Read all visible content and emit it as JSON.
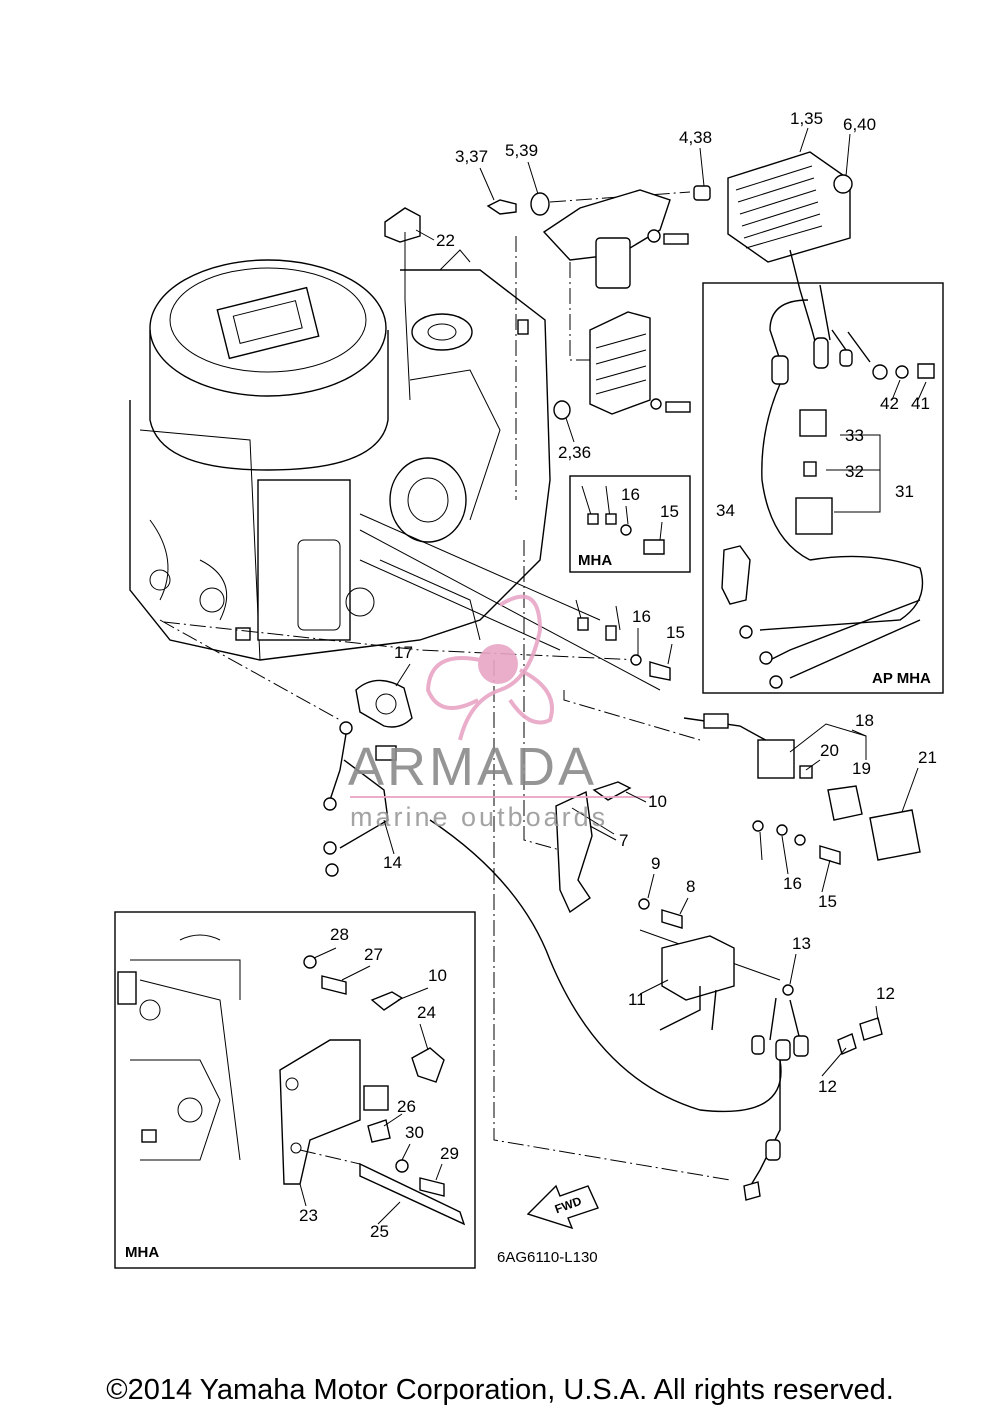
{
  "diagram_code": "6AG6110-L130",
  "copyright": "©2014 Yamaha Motor Corporation, U.S.A. All rights reserved.",
  "watermark": {
    "brand": "ARMADA",
    "tagline": "marine outboards",
    "accent_color": "#e8a6c6"
  },
  "inset_labels": {
    "ap_mha": "AP MHA",
    "mha_small": "MHA",
    "mha_large": "MHA"
  },
  "fwd_label": "FWD",
  "callouts": {
    "c_1_35": "1,35",
    "c_6_40": "6,40",
    "c_4_38": "4,38",
    "c_5_39": "5,39",
    "c_3_37": "3,37",
    "c_22": "22",
    "c_2_36": "2,36",
    "c_42": "42",
    "c_41": "41",
    "c_33": "33",
    "c_32": "32",
    "c_31": "31",
    "c_34": "34",
    "c_16a": "16",
    "c_15a": "15",
    "c_16b": "16",
    "c_15b": "15",
    "c_17": "17",
    "c_18": "18",
    "c_20": "20",
    "c_19": "19",
    "c_21": "21",
    "c_10a": "10",
    "c_7": "7",
    "c_14": "14",
    "c_9": "9",
    "c_8": "8",
    "c_16c": "16",
    "c_15c": "15",
    "c_13": "13",
    "c_12a": "12",
    "c_12b": "12",
    "c_11": "11",
    "c_28": "28",
    "c_27": "27",
    "c_10b": "10",
    "c_24": "24",
    "c_26": "26",
    "c_30": "30",
    "c_29": "29",
    "c_23": "23",
    "c_25": "25"
  }
}
